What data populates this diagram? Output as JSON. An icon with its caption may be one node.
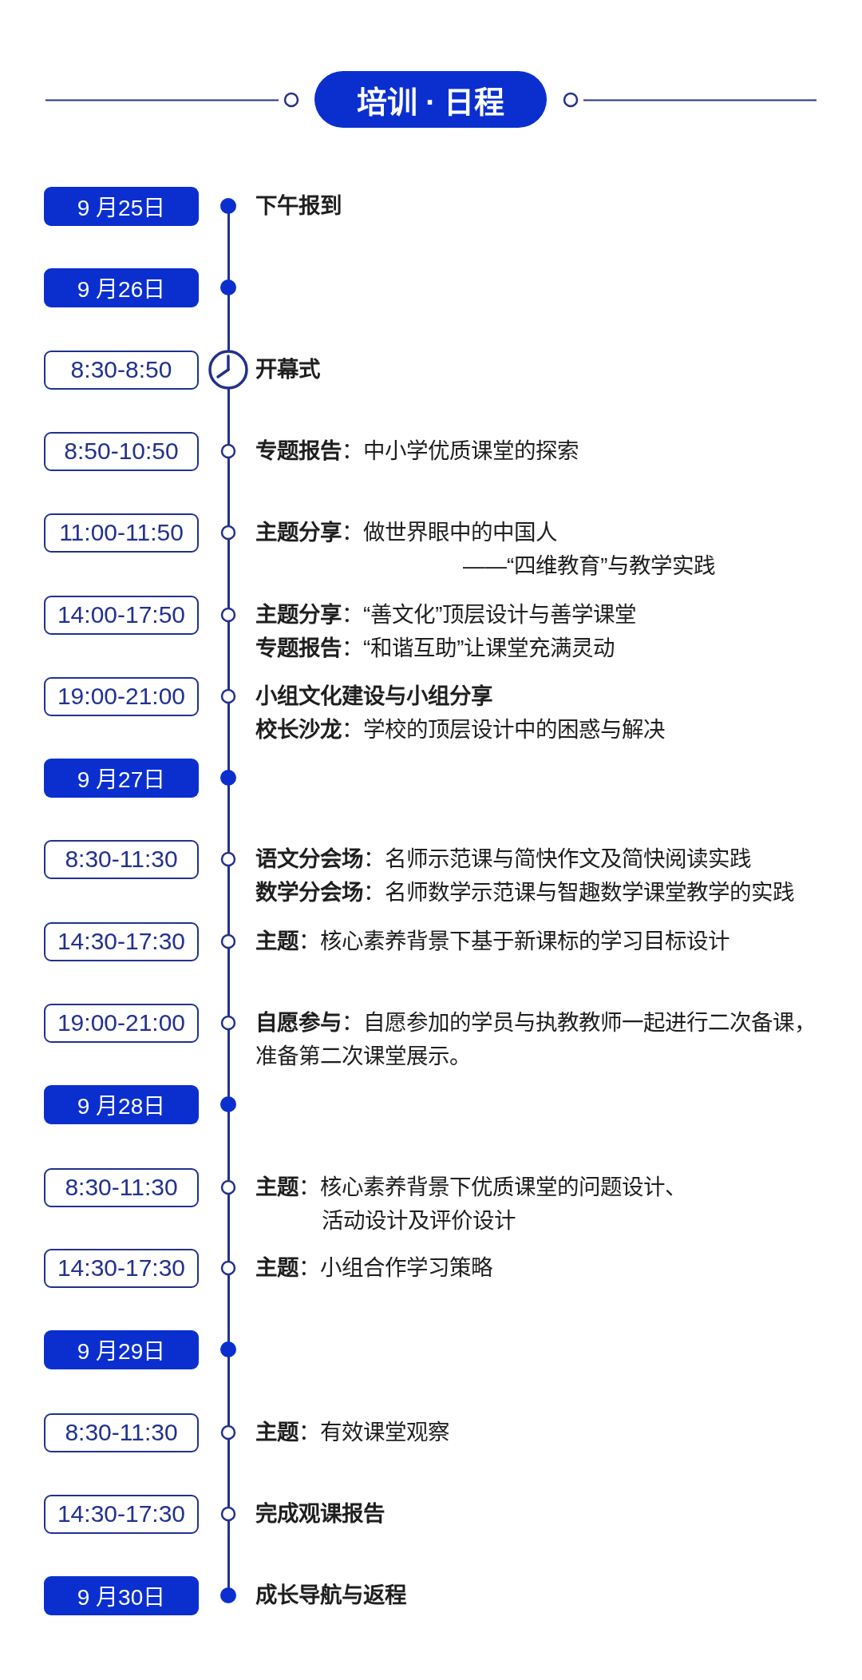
{
  "diagram": {
    "title": "培训 · 日程",
    "nodes": [
      {
        "text": [
          "9 月25日"
        ],
        "beside": [
          "下午报到"
        ]
      },
      {
        "text": [
          "9 月26日"
        ]
      },
      {
        "text": [
          "8:30-8:50"
        ],
        "beside": [
          "开幕式"
        ]
      },
      {
        "text": [
          "8:50-10:50"
        ],
        "beside": [
          "**专题报告**：中小学优质课堂的探索"
        ]
      },
      {
        "text": [
          "11:00-11:50"
        ],
        "beside": [
          "**主题分享**：做世界眼中的中国人",
          "——“四维教育”与教学实践"
        ]
      },
      {
        "text": [
          "14:00-17:50"
        ],
        "beside": [
          "**主题分享**：“善文化”顶层设计与善学课堂",
          "**专题报告**：“和谐互助”让课堂充满灵动"
        ]
      },
      {
        "text": [
          "19:00-21:00"
        ],
        "beside": [
          "小组文化建设与小组分享",
          "**校长沙龙**：学校的顶层设计中的困惑与解决"
        ]
      },
      {
        "text": [
          "9 月27日"
        ]
      },
      {
        "text": [
          "8:30-11:30"
        ],
        "beside": [
          "**语文分会场**：名师示范课与简快作文及简快阅读实践",
          "**数学分会场**：名师数学示范课与智趣数学课堂教学的实践"
        ]
      },
      {
        "text": [
          "14:30-17:30"
        ],
        "beside": [
          "**主题**：核心素养背景下基于新课标的学习目标设计"
        ]
      },
      {
        "text": [
          "19:00-21:00"
        ],
        "beside": [
          "**自愿参与**：自愿参加的学员与执教教师一起进行二次备课，准备第二次课堂展示。"
        ]
      },
      {
        "text": [
          "9 月28日"
        ]
      },
      {
        "text": [
          "8:30-11:30"
        ],
        "beside": [
          "**主题**：核心素养背景下优质课堂的问题设计、活动设计及评价设计"
        ]
      },
      {
        "text": [
          "14:30-17:30"
        ],
        "beside": [
          "**主题**：小组合作学习策略"
        ]
      },
      {
        "text": [
          "9 月29日"
        ]
      },
      {
        "text": [
          "8:30-11:30"
        ],
        "beside": [
          "**主题**：有效课堂观察"
        ]
      },
      {
        "text": [
          "14:30-17:30"
        ],
        "beside": [
          "完成观课报告"
        ]
      },
      {
        "text": [
          "9 月30日"
        ],
        "beside": [
          "成长导航与返程"
        ]
      }
    ]
  }
}
